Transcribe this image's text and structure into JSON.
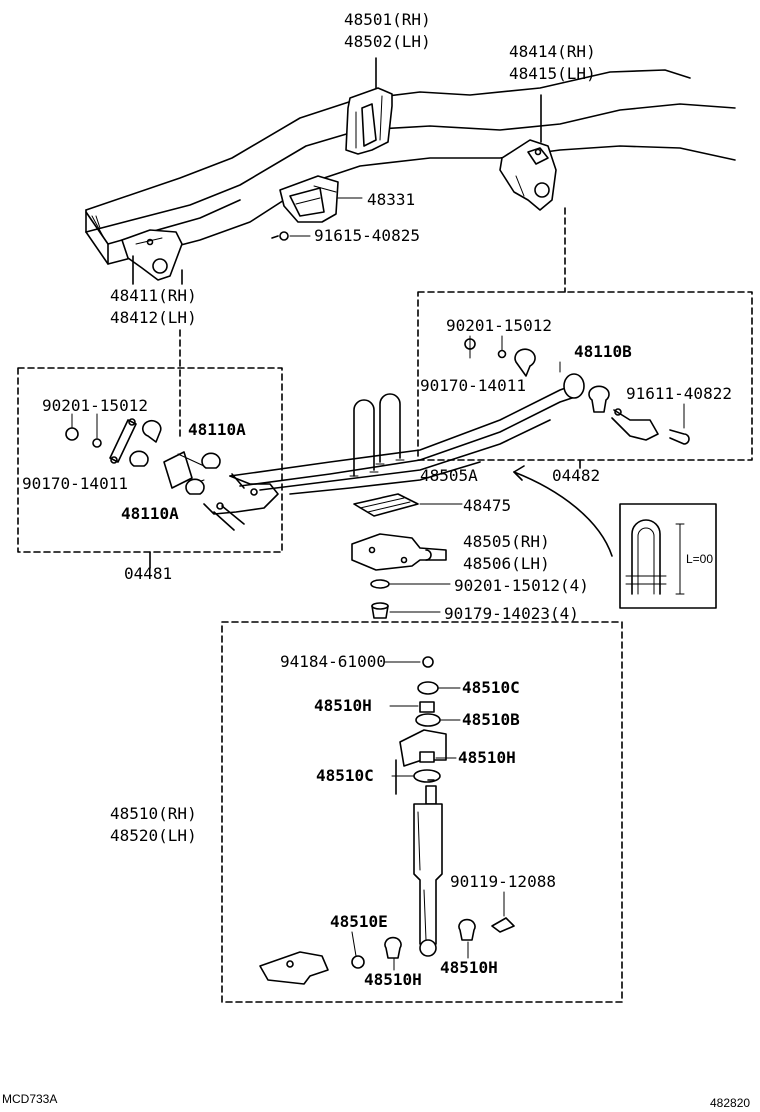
{
  "labels": {
    "p48501": "48501(RH)",
    "p48502": "48502(LH)",
    "p48414": "48414(RH)",
    "p48415": "48415(LH)",
    "p48331": "48331",
    "p91615": "91615-40825",
    "p48411": "48411(RH)",
    "p48412": "48412(LH)",
    "p90201_left": "90201-15012",
    "p48110A_top": "48110A",
    "p90170_left": "90170-14011",
    "p48110A_bottom": "48110A",
    "p04481": "04481",
    "p90201_right": "90201-15012",
    "p48110B": "48110B",
    "p90170_right": "90170-14011",
    "p91611": "91611-40822",
    "p48505A": "48505A",
    "p04482": "04482",
    "p48475": "48475",
    "p48505": "48505(RH)",
    "p48506": "48506(LH)",
    "p90201_4": "90201-15012(4)",
    "p90179": "90179-14023(4)",
    "p94184": "94184-61000",
    "p48510C_1": "48510C",
    "p48510H_1": "48510H",
    "p48510B": "48510B",
    "p48510H_2": "48510H",
    "p48510C_2": "48510C",
    "p48510": "48510(RH)",
    "p48520": "48520(LH)",
    "p90119": "90119-12088",
    "p48510E": "48510E",
    "p48510H_3": "48510H",
    "p48510H_4": "48510H",
    "ubolt_len": "L=00"
  },
  "footer": {
    "left_code": "MCD733A",
    "right_code": "482820"
  }
}
